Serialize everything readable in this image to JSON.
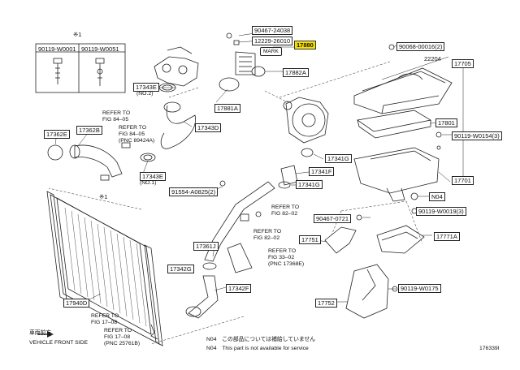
{
  "table": {
    "mark": "※1",
    "col1": "90119-W0001",
    "col2": "90119-W0051"
  },
  "labels": {
    "p90467_24038": "90467-24038",
    "p12229_26010": "12229-26010",
    "mark": "MARK",
    "p17880": "17880",
    "p17882A": "17882A",
    "p17881A": "17881A",
    "p17343E": "17343E",
    "no2": "(NO.2)",
    "no1": "(NO.1)",
    "p17343D": "17343D",
    "p17362E": "17362E",
    "p17362B": "17362B",
    "p90068": "90068-00016(2)",
    "p22204": "22204",
    "p17705": "17705",
    "p17801": "17801",
    "p90119_W0154": "90119-W0154(3)",
    "p17701": "17701",
    "pN04": "N04",
    "p17341G": "17341G",
    "p17341F": "17341F",
    "p91554": "91554-A0825(2)",
    "p17361J": "17361J",
    "p17342G": "17342G",
    "p17342F": "17342F",
    "p17940D": "17940D",
    "p90467_0721": "90467-0721",
    "p90119_W0019": "90119-W0019(3)",
    "p17751": "17751",
    "p17771A": "17771A",
    "p90119_W0175": "90119-W0175",
    "p17752": "17752"
  },
  "refs": {
    "r1": {
      "a": "REFER TO",
      "b": "FIG 84–05"
    },
    "r2": {
      "a": "REFER TO",
      "b": "FIG 84–05",
      "c": "(PNC 89424A)"
    },
    "r3": {
      "a": "REFER TO",
      "b": "FIG 82–02"
    },
    "r4": {
      "a": "REFER TO",
      "b": "FIG 82–02"
    },
    "r5": {
      "a": "REFER TO",
      "b": "FIG 33–02",
      "c": "(PNC 17368E)"
    },
    "r6": {
      "a": "REFER TO",
      "b": "FIG 17–08"
    },
    "r7": {
      "a": "REFER TO",
      "b": "FIG 17–08",
      "c": "(PNC 25761B)"
    }
  },
  "footer": {
    "front_jp": "車両前方",
    "front_en": "VEHICLE FRONT SIDE",
    "n04_jp": "N04　この部品については補給していません",
    "n04_en": "N04　This part is not available for service",
    "fig_no": "176339I"
  },
  "colors": {
    "highlight": "#f7e000",
    "ink": "#222222"
  }
}
